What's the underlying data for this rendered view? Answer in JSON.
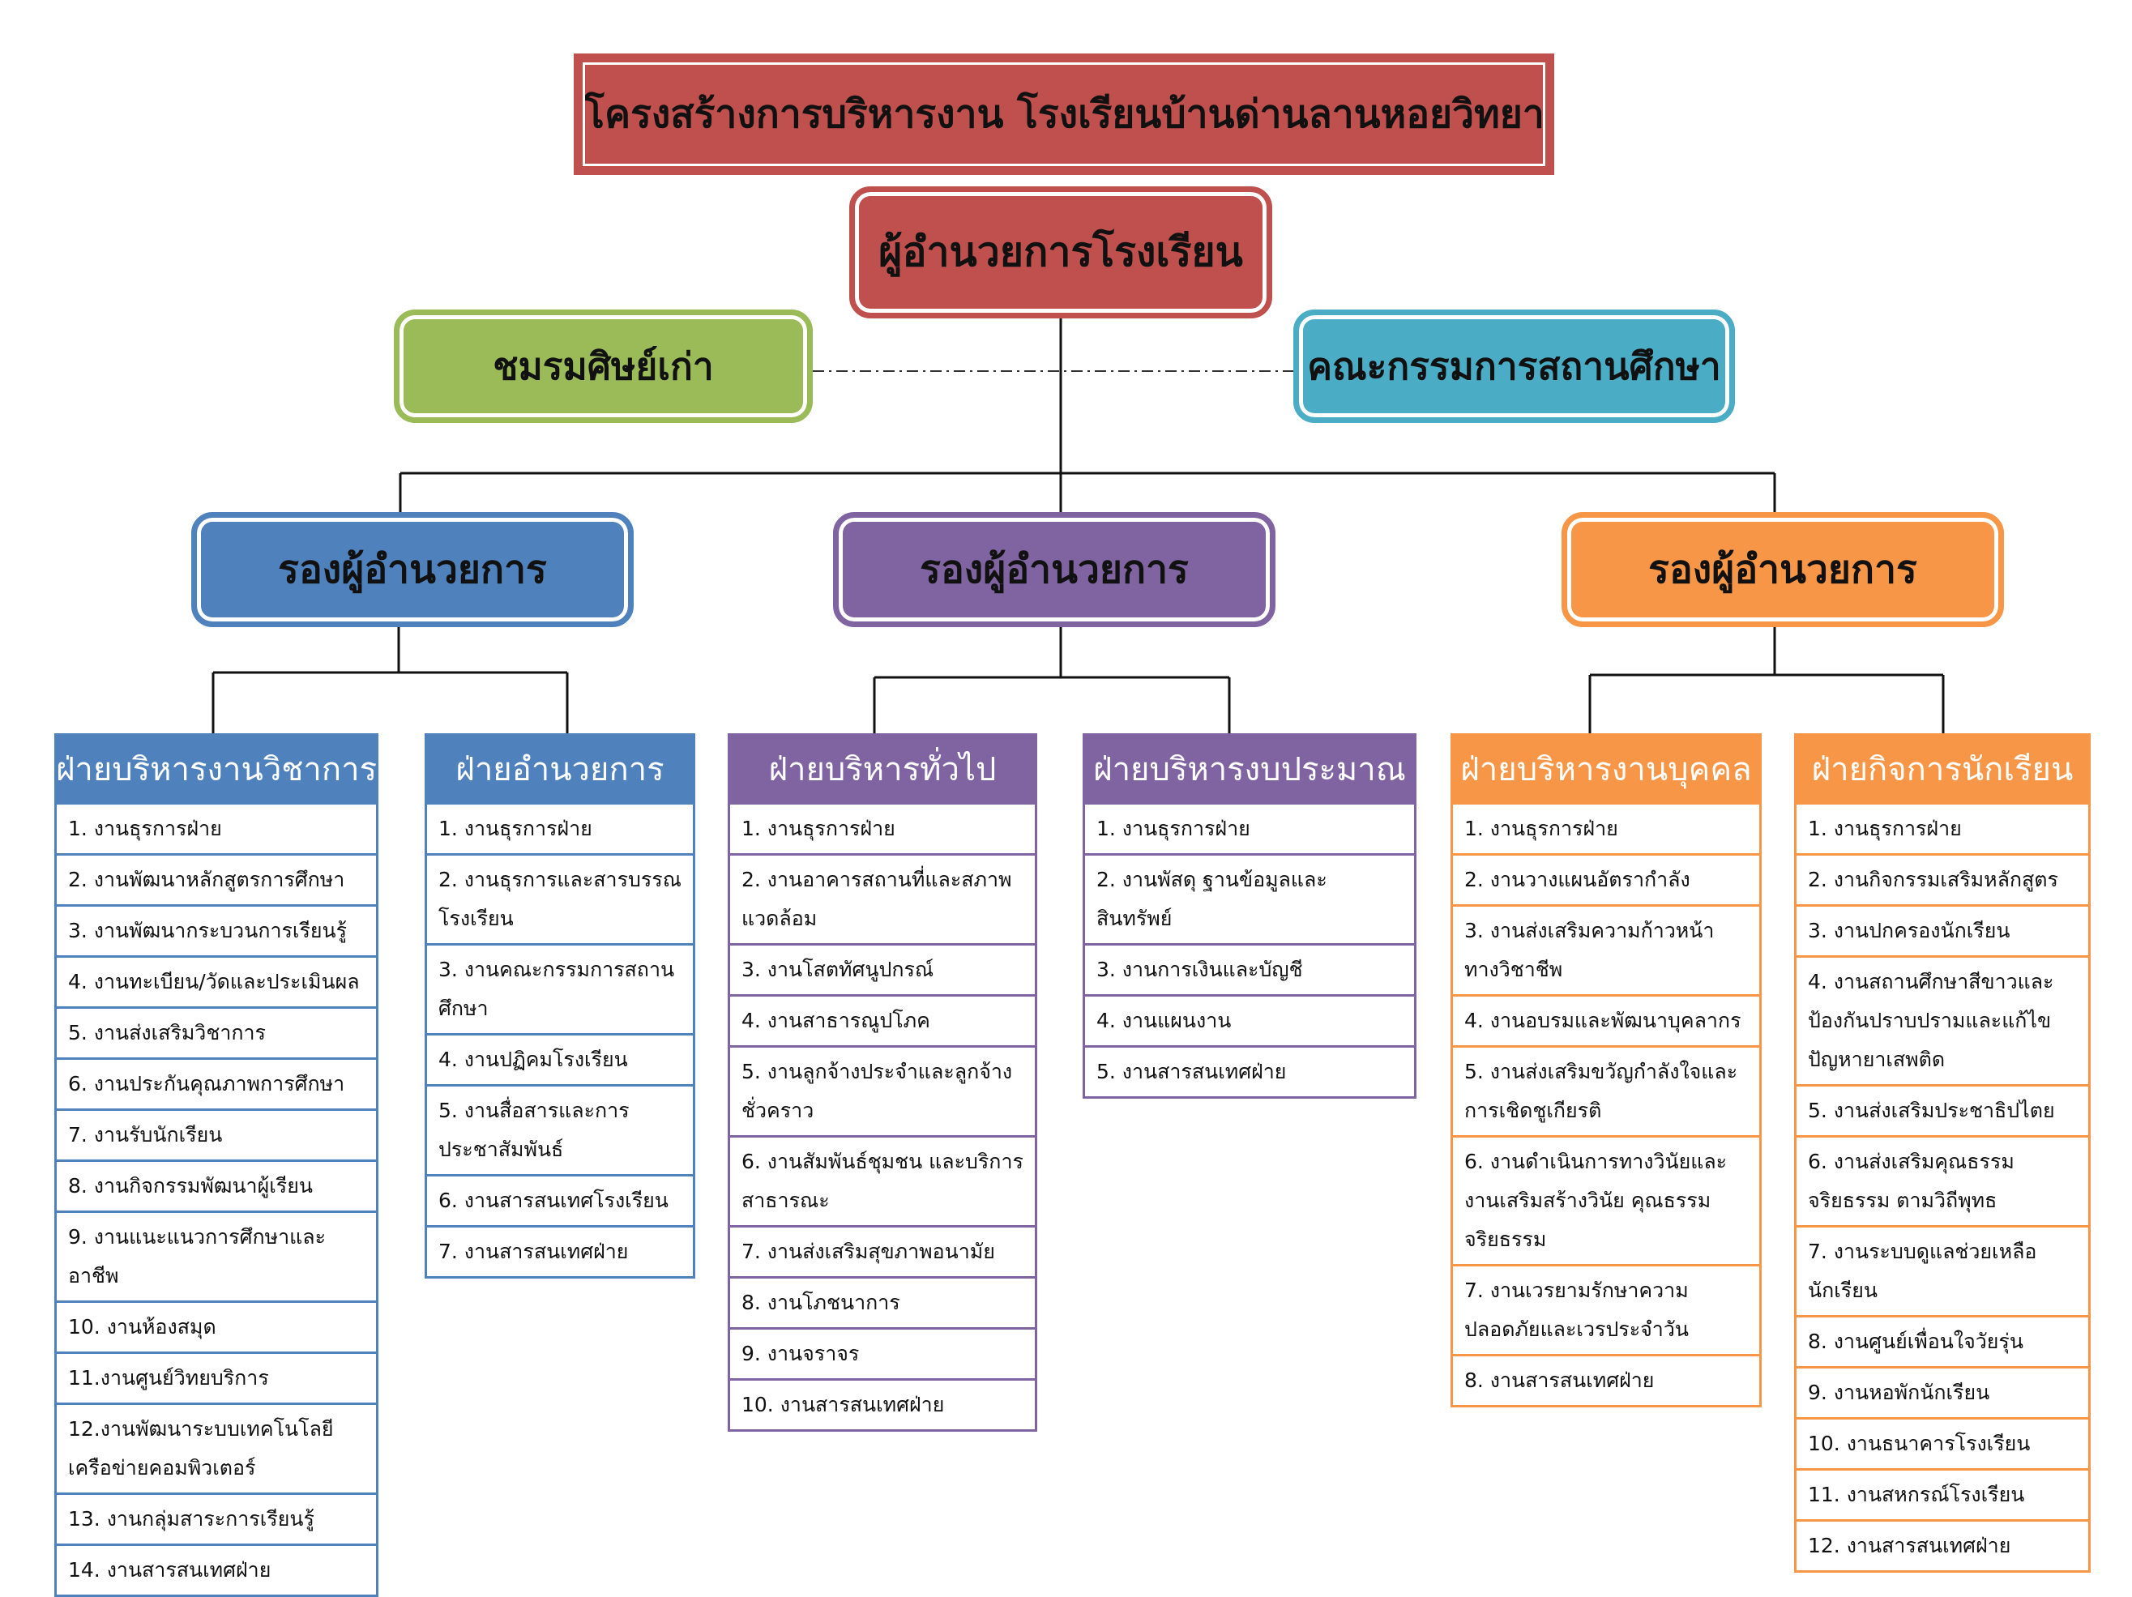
{
  "title": "โครงสร้างการบริหารงาน โรงเรียนบ้านด่านลานหอยวิทยา",
  "director": "ผู้อำนวยการโรงเรียน",
  "alumni": "ชมรมศิษย์เก่า",
  "committee": "คณะกรรมการสถานศึกษา",
  "deputies": [
    "รองผู้อำนวยการ",
    "รองผู้อำนวยการ",
    "รองผู้อำนวยการ"
  ],
  "colors": {
    "red": "#c0504d",
    "green": "#9bbb59",
    "teal": "#4bacc6",
    "blue": "#4f81bd",
    "purple": "#8064a2",
    "orange": "#f79646"
  },
  "departments": [
    {
      "name": "ฝ่ายบริหารงานวิชาการ",
      "items": [
        "1. งานธุรการฝ่าย",
        "2. งานพัฒนาหลักสูตรการศึกษา",
        "3. งานพัฒนากระบวนการเรียนรู้",
        "4. งานทะเบียน/วัดและประเมินผล",
        "5. งานส่งเสริมวิชาการ",
        "6. งานประกันคุณภาพการศึกษา",
        "7. งานรับนักเรียน",
        "8. งานกิจกรรมพัฒนาผู้เรียน",
        "9. งานแนะแนวการศึกษาและอาชีพ",
        "10. งานห้องสมุด",
        "11.งานศูนย์วิทยบริการ",
        "12.งานพัฒนาระบบเทคโนโลยีเครือข่ายคอมพิวเตอร์",
        "13. งานกลุ่มสาระการเรียนรู้",
        "14. งานสารสนเทศฝ่าย"
      ]
    },
    {
      "name": "ฝ่ายอำนวยการ",
      "items": [
        "1. งานธุรการฝ่าย",
        "2. งานธุรการและสารบรรณโรงเรียน",
        "3. งานคณะกรรมการสถานศึกษา",
        "4. งานปฏิคมโรงเรียน",
        "5. งานสื่อสารและการประชาสัมพันธ์",
        "6. งานสารสนเทศโรงเรียน",
        "7. งานสารสนเทศฝ่าย"
      ]
    },
    {
      "name": "ฝ่ายบริหารทั่วไป",
      "items": [
        "1. งานธุรการฝ่าย",
        "2. งานอาคารสถานที่และสภาพแวดล้อม",
        "3. งานโสตทัศนูปกรณ์",
        "4. งานสาธารณูปโภค",
        "5. งานลูกจ้างประจำและลูกจ้างชั่วคราว",
        "6. งานสัมพันธ์ชุมชน และบริการสาธารณะ",
        "7. งานส่งเสริมสุขภาพอนามัย",
        "8. งานโภชนาการ",
        "9. งานจราจร",
        "10. งานสารสนเทศฝ่าย"
      ]
    },
    {
      "name": "ฝ่ายบริหารงบประมาณ",
      "items": [
        "1. งานธุรการฝ่าย",
        "2. งานพัสดุ ฐานข้อมูลและสินทรัพย์",
        "3. งานการเงินและบัญชี",
        "4. งานแผนงาน",
        "5. งานสารสนเทศฝ่าย"
      ]
    },
    {
      "name": "ฝ่ายบริหารงานบุคคล",
      "items": [
        "1. งานธุรการฝ่าย",
        "2. งานวางแผนอัตรากำลัง",
        "3. งานส่งเสริมความก้าวหน้าทางวิชาชีพ",
        "4. งานอบรมและพัฒนาบุคลากร",
        "5. งานส่งเสริมขวัญกำลังใจและการเชิดชูเกียรติ",
        "6. งานดำเนินการทางวินัยและงานเสริมสร้างวินัย คุณธรรม จริยธรรม",
        "7. งานเวรยามรักษาความปลอดภัยและเวรประจำวัน",
        "8. งานสารสนเทศฝ่าย"
      ]
    },
    {
      "name": "ฝ่ายกิจการนักเรียน",
      "items": [
        "1. งานธุรการฝ่าย",
        "2. งานกิจกรรมเสริมหลักสูตร",
        "3. งานปกครองนักเรียน",
        "4. งานสถานศึกษาสีขาวและป้องกันปราบปรามและแก้ไขปัญหายาเสพติด",
        "5. งานส่งเสริมประชาธิปไตย",
        "6. งานส่งเสริมคุณธรรม จริยธรรม ตามวิถีพุทธ",
        "7. งานระบบดูแลช่วยเหลือนักเรียน",
        "8. งานศูนย์เพื่อนใจวัยรุ่น",
        "9. งานหอพักนักเรียน",
        "10. งานธนาคารโรงเรียน",
        "11. งานสหกรณ์โรงเรียน",
        "12. งานสารสนเทศฝ่าย"
      ]
    }
  ]
}
